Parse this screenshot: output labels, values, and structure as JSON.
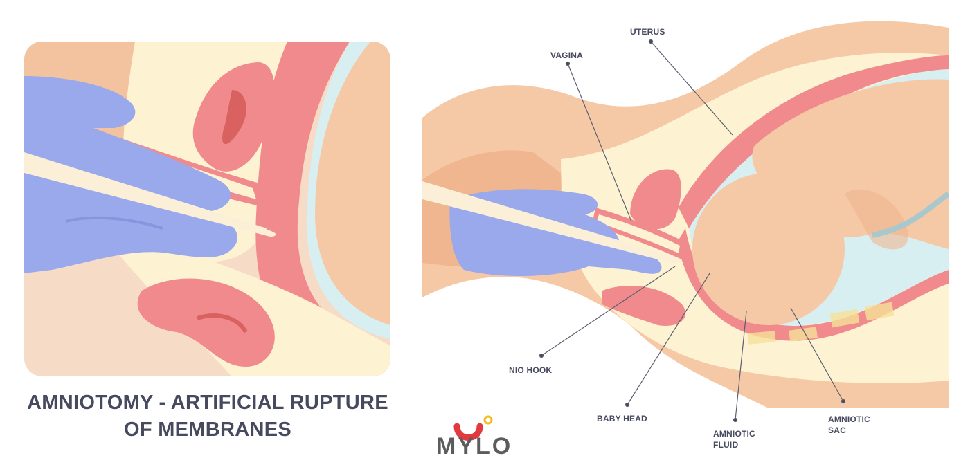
{
  "title": {
    "line1": "AMNIOTOMY - ARTIFICIAL RUPTURE",
    "line2": "OF MEMBRANES"
  },
  "labels": {
    "uterus": "UTERUS",
    "vagina": "VAGINA",
    "amnio_hook": "NIO HOOK",
    "baby_head": "BABY HEAD",
    "amniotic_fluid": "AMNIOTIC\nFLUID",
    "amniotic_sac": "AMNIOTIC\nSAC"
  },
  "logo": {
    "text": "MYLO"
  },
  "colors": {
    "skin": "#f6c9a6",
    "skin_dark": "#efb690",
    "tissue": "#f08a8d",
    "tissue_light": "#f7b3b0",
    "cream": "#fdf3d3",
    "fluid": "#d8eff2",
    "glove": "#9aa8ec",
    "hook": "#fbefd8",
    "text": "#474a5f",
    "logo_red": "#e2393f",
    "logo_yellow": "#f5b91a"
  }
}
